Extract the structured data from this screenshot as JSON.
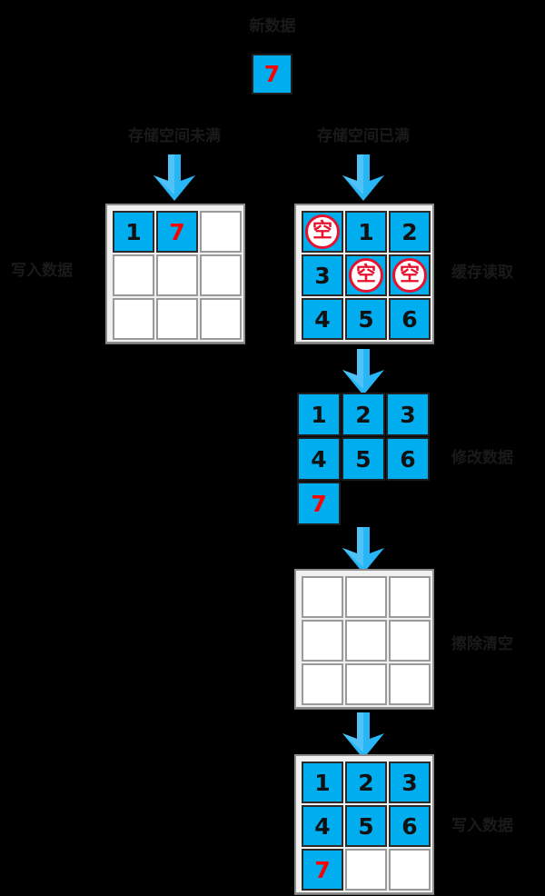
{
  "diagram": {
    "title": "新数据",
    "background_color": "#000000",
    "tile_color": "#00ADEE",
    "highlight_color": "#FF0000",
    "arrow_color": "#29B6F6",
    "stamp_color": "#E8112D"
  },
  "new_data": {
    "label": "新数据",
    "value": "7"
  },
  "columns": {
    "left_header": "存储空间未满",
    "right_header": "存储空间已满"
  },
  "side_labels": {
    "left_write": "写入数据",
    "right_cache_read": "缓存读取",
    "right_modify": "修改数据",
    "right_erase": "擦除清空",
    "right_write": "写入数据"
  },
  "grids": {
    "not_full": {
      "name": "存储空间未满",
      "cells": [
        {
          "value": "1",
          "state": "filled",
          "color": "black"
        },
        {
          "value": "7",
          "state": "filled",
          "color": "red"
        },
        {
          "value": "",
          "state": "empty"
        },
        {
          "value": "",
          "state": "empty"
        },
        {
          "value": "",
          "state": "empty"
        },
        {
          "value": "",
          "state": "empty"
        },
        {
          "value": "",
          "state": "empty"
        },
        {
          "value": "",
          "state": "empty"
        },
        {
          "value": "",
          "state": "empty"
        }
      ]
    },
    "full_cache_read": {
      "name": "存储空间已满",
      "stamp_text": "空",
      "cells": [
        {
          "value": "空",
          "state": "stamp"
        },
        {
          "value": "1",
          "state": "filled",
          "color": "black"
        },
        {
          "value": "2",
          "state": "filled",
          "color": "black"
        },
        {
          "value": "3",
          "state": "filled",
          "color": "black"
        },
        {
          "value": "空",
          "state": "stamp"
        },
        {
          "value": "空",
          "state": "stamp"
        },
        {
          "value": "4",
          "state": "filled",
          "color": "black"
        },
        {
          "value": "5",
          "state": "filled",
          "color": "black"
        },
        {
          "value": "6",
          "state": "filled",
          "color": "black"
        }
      ]
    },
    "modified": {
      "name": "修改数据",
      "cells": [
        {
          "value": "1",
          "state": "tile",
          "color": "black"
        },
        {
          "value": "2",
          "state": "tile",
          "color": "black"
        },
        {
          "value": "3",
          "state": "tile",
          "color": "black"
        },
        {
          "value": "4",
          "state": "tile",
          "color": "black"
        },
        {
          "value": "5",
          "state": "tile",
          "color": "black"
        },
        {
          "value": "6",
          "state": "tile",
          "color": "black"
        },
        {
          "value": "7",
          "state": "tile",
          "color": "red"
        },
        {
          "value": "",
          "state": "hidden"
        },
        {
          "value": "",
          "state": "hidden"
        }
      ]
    },
    "erased": {
      "name": "擦除清空",
      "cells": [
        {
          "value": "",
          "state": "empty"
        },
        {
          "value": "",
          "state": "empty"
        },
        {
          "value": "",
          "state": "empty"
        },
        {
          "value": "",
          "state": "empty"
        },
        {
          "value": "",
          "state": "empty"
        },
        {
          "value": "",
          "state": "empty"
        },
        {
          "value": "",
          "state": "empty"
        },
        {
          "value": "",
          "state": "empty"
        },
        {
          "value": "",
          "state": "empty"
        }
      ]
    },
    "rewritten": {
      "name": "写入数据",
      "cells": [
        {
          "value": "1",
          "state": "filled",
          "color": "black"
        },
        {
          "value": "2",
          "state": "filled",
          "color": "black"
        },
        {
          "value": "3",
          "state": "filled",
          "color": "black"
        },
        {
          "value": "4",
          "state": "filled",
          "color": "black"
        },
        {
          "value": "5",
          "state": "filled",
          "color": "black"
        },
        {
          "value": "6",
          "state": "filled",
          "color": "black"
        },
        {
          "value": "7",
          "state": "filled",
          "color": "red"
        },
        {
          "value": "",
          "state": "empty"
        },
        {
          "value": "",
          "state": "empty"
        }
      ]
    }
  },
  "arrows": [
    {
      "name": "arrow-to-left-grid",
      "direction": "down"
    },
    {
      "name": "arrow-to-right-grid",
      "direction": "down"
    },
    {
      "name": "arrow-cache-to-modify",
      "direction": "down"
    },
    {
      "name": "arrow-modify-to-erase",
      "direction": "down"
    },
    {
      "name": "arrow-erase-to-write",
      "direction": "down"
    }
  ]
}
